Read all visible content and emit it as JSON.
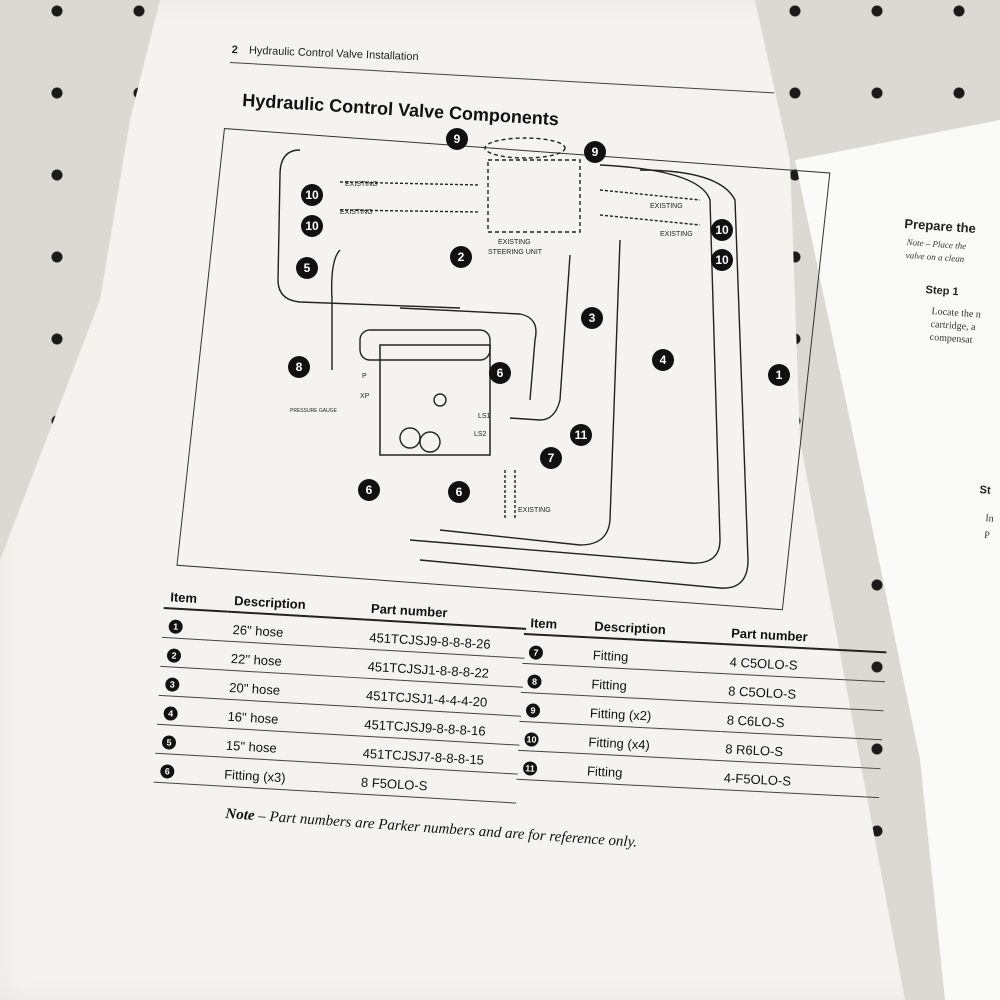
{
  "page": {
    "number": "2",
    "running_title": "Hydraulic Control Valve Installation",
    "section_title": "Hydraulic Control Valve Components"
  },
  "diagram": {
    "labels": {
      "existing": "EXISTING",
      "steering_unit_line1": "EXISTING",
      "steering_unit_line2": "STEERING UNIT",
      "port_p": "P",
      "port_xp": "XP",
      "port_ls1": "LS1",
      "port_ls2": "LS2",
      "pressure_gauge": "PRESSURE GAUGE"
    },
    "callouts": [
      "9",
      "9",
      "10",
      "10",
      "10",
      "10",
      "5",
      "2",
      "3",
      "4",
      "1",
      "8",
      "6",
      "6",
      "6",
      "11",
      "7"
    ]
  },
  "tables": {
    "headers": {
      "item": "Item",
      "description": "Description",
      "part_number": "Part number"
    },
    "left": [
      {
        "item": "1",
        "description": "26\" hose",
        "part_number": "451TCJSJ9-8-8-8-26"
      },
      {
        "item": "2",
        "description": "22\" hose",
        "part_number": "451TCJSJ1-8-8-8-22"
      },
      {
        "item": "3",
        "description": "20\" hose",
        "part_number": "451TCJSJ1-4-4-4-20"
      },
      {
        "item": "4",
        "description": "16\" hose",
        "part_number": "451TCJSJ9-8-8-8-16"
      },
      {
        "item": "5",
        "description": "15\" hose",
        "part_number": "451TCJSJ7-8-8-8-15"
      },
      {
        "item": "6",
        "description": "Fitting (x3)",
        "part_number": "8 F5OLO-S"
      }
    ],
    "right": [
      {
        "item": "7",
        "description": "Fitting",
        "part_number": "4 C5OLO-S"
      },
      {
        "item": "8",
        "description": "Fitting",
        "part_number": "8 C5OLO-S"
      },
      {
        "item": "9",
        "description": "Fitting (x2)",
        "part_number": "8 C6LO-S"
      },
      {
        "item": "10",
        "description": "Fitting (x4)",
        "part_number": "8 R6LO-S"
      },
      {
        "item": "11",
        "description": "Fitting",
        "part_number": "4-F5OLO-S"
      }
    ]
  },
  "note": {
    "label": "Note",
    "text": " – Part numbers are Parker numbers and are for reference only."
  },
  "facing_page": {
    "title": "Prepare the",
    "note_line1": "Note – Place the",
    "note_line2": "valve on a clean",
    "step1": "Step 1",
    "body_line1": "Locate the n",
    "body_line2": "cartridge, a",
    "body_line3": "compensat",
    "step2": "St",
    "body2_line1": "In",
    "body2_line2": "P"
  }
}
